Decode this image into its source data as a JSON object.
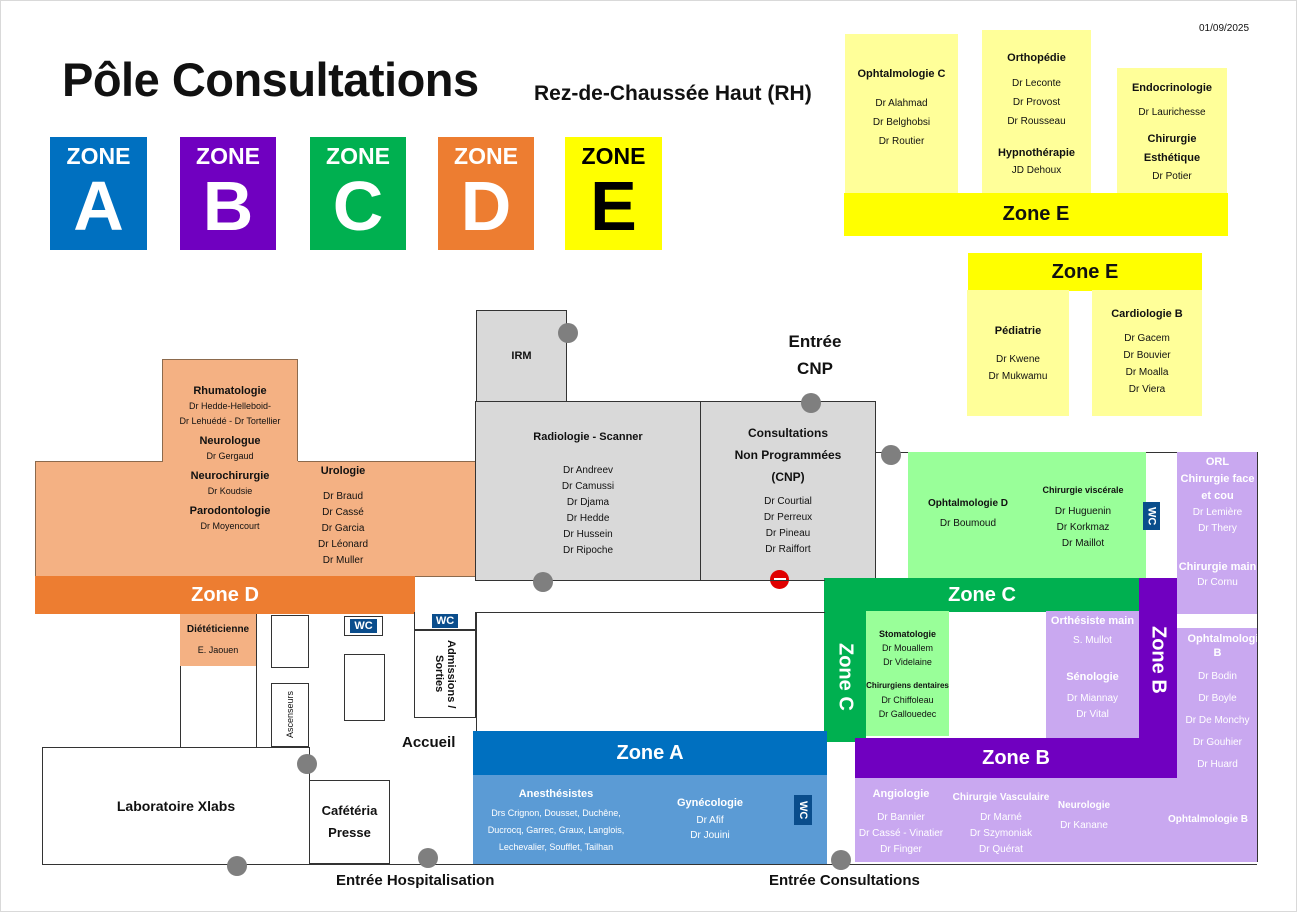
{
  "header": {
    "date": "01/09/2025",
    "title": "Pôle Consultations",
    "subtitle": "Rez-de-Chaussée Haut (RH)"
  },
  "zone_keys": [
    {
      "word": "ZONE",
      "letter": "A",
      "color": "#0070c0"
    },
    {
      "word": "ZONE",
      "letter": "B",
      "color": "#7000c0"
    },
    {
      "word": "ZONE",
      "letter": "C",
      "color": "#00b050"
    },
    {
      "word": "ZONE",
      "letter": "D",
      "color": "#ed7d31"
    },
    {
      "word": "ZONE",
      "letter": "E",
      "color": "#ffff00"
    }
  ],
  "colors": {
    "zone_a_bar": "#0070c0",
    "zone_a_fill": "#5b9bd5",
    "zone_b_bar": "#7000c0",
    "zone_b_fill": "#c9a8f0",
    "zone_c_bar": "#00b050",
    "zone_c_fill": "#99ff99",
    "zone_d_bar": "#ed7d31",
    "zone_d_fill": "#f4b183",
    "zone_e_bar": "#ffff00",
    "zone_e_fill": "#ffff99",
    "grey_room": "#d9d9d9",
    "dot": "#7f7f7f",
    "wc": "#0a4d8c"
  },
  "zone_e": {
    "bar_label": "Zone E",
    "ophtalmo_c": {
      "title": "Ophtalmologie C",
      "doctors": [
        "Dr Alahmad",
        "Dr Belghobsi",
        "Dr Routier"
      ]
    },
    "orthopedie": {
      "title": "Orthopédie",
      "doctors": [
        "Dr Leconte",
        "Dr Provost",
        "Dr Rousseau"
      ],
      "title2": "Hypnothérapie",
      "doctors2": [
        "JD Dehoux"
      ]
    },
    "endocrino": {
      "title": "Endocrinologie",
      "doctors": [
        "Dr Laurichesse"
      ],
      "title2": "Chirurgie Esthétique",
      "doctors2": [
        "Dr Potier"
      ]
    },
    "bar2_label": "Zone E",
    "pediatrie": {
      "title": "Pédiatrie",
      "doctors": [
        "Dr Kwene",
        "Dr Mukwamu"
      ]
    },
    "cardio_b": {
      "title": "Cardiologie B",
      "doctors": [
        "Dr Gacem",
        "Dr Bouvier",
        "Dr Moalla",
        "Dr Viera"
      ]
    }
  },
  "zone_d": {
    "bar_label": "Zone D",
    "rhumato": {
      "title": "Rhumatologie",
      "doctors": [
        "Dr Hedde-Helleboid-",
        "Dr Lehuédé - Dr Tortellier"
      ]
    },
    "neuro": {
      "title": "Neurologue",
      "doctors": [
        "Dr Gergaud"
      ]
    },
    "neurochir": {
      "title": "Neurochirurgie",
      "doctors": [
        "Dr Koudsie"
      ]
    },
    "parodonto": {
      "title": "Parodontologie",
      "doctors": [
        "Dr Moyencourt"
      ]
    },
    "urologie": {
      "title": "Urologie",
      "doctors": [
        "Dr Braud",
        "Dr Cassé",
        "Dr Garcia",
        "Dr Léonard",
        "Dr Muller"
      ]
    },
    "dieteticienne": {
      "title": "Diététicienne",
      "doctors": [
        "E. Jaouen"
      ]
    }
  },
  "grey": {
    "irm": "IRM",
    "radio": {
      "title": "Radiologie - Scanner",
      "doctors": [
        "Dr Andreev",
        "Dr Camussi",
        "Dr Djama",
        "Dr Hedde",
        "Dr Hussein",
        "Dr Ripoche"
      ]
    },
    "cnp": {
      "title1": "Consultations",
      "title2": "Non Programmées",
      "title3": "(CNP)",
      "doctors": [
        "Dr Courtial",
        "Dr Perreux",
        "Dr Pineau",
        "Dr Raiffort"
      ]
    }
  },
  "zone_c": {
    "bar_label": "Zone C",
    "side_label": "Zone C",
    "ophtalmo_d": {
      "title": "Ophtalmologie D",
      "doctors": [
        "Dr Boumoud"
      ]
    },
    "chir_visc": {
      "title": "Chirurgie viscérale",
      "doctors": [
        "Dr Huguenin",
        "Dr Korkmaz",
        "Dr Maillot"
      ]
    },
    "stomato": {
      "title": "Stomatologie",
      "doctors": [
        "Dr Mouallem",
        "Dr Videlaine"
      ]
    },
    "dentaires": {
      "title": "Chirurgiens dentaires",
      "doctors": [
        "Dr Chiffoleau",
        "Dr Gallouedec"
      ]
    }
  },
  "zone_b": {
    "bar_label": "Zone B",
    "side_label": "Zone B",
    "orl": {
      "title1": "ORL",
      "title2": "Chirurgie face",
      "title3": "et cou",
      "doctors": [
        "Dr Lemière",
        "Dr Thery"
      ]
    },
    "chir_main": {
      "title": "Chirurgie main",
      "doctors": [
        "Dr Cornu"
      ]
    },
    "orthesiste": {
      "title": "Orthésiste main",
      "doctors": [
        "S. Mullot"
      ]
    },
    "senologie": {
      "title": "Sénologie",
      "doctors": [
        "Dr Miannay",
        "Dr Vital"
      ]
    },
    "ophtalmo_b_right": {
      "title": "Ophtalmologie B",
      "doctors": [
        "Dr Bodin",
        "Dr Boyle",
        "Dr De Monchy",
        "Dr Gouhier",
        "Dr Huard"
      ]
    },
    "angiologie": {
      "title": "Angiologie",
      "doctors": [
        "Dr Bannier",
        "Dr Cassé - Vinatier",
        "Dr Finger"
      ]
    },
    "chir_vasc": {
      "title": "Chirurgie Vasculaire",
      "doctors": [
        "Dr Marné",
        "Dr Szymoniak",
        "Dr Quérat"
      ]
    },
    "neurologie": {
      "title": "Neurologie",
      "doctors": [
        "Dr Kanane"
      ]
    },
    "ophtalmo_b_bottom": {
      "title": "Ophtalmologie B"
    }
  },
  "zone_a": {
    "bar_label": "Zone A",
    "anesth": {
      "title": "Anesthésistes",
      "lines": [
        "Drs Crignon, Dousset, Duchêne,",
        "Ducrocq, Garrec, Graux, Langlois,",
        "Lechevalier, Soufflet, Tailhan"
      ]
    },
    "gyneco": {
      "title": "Gynécologie",
      "doctors": [
        "Dr Afif",
        "Dr Jouini"
      ]
    }
  },
  "facilities": {
    "wc": "WC",
    "ascenseurs": "Ascenseurs",
    "admissions": "Admissions / Sorties",
    "accueil": "Accueil",
    "laboratoire": "Laboratoire Xlabs",
    "cafeteria1": "Cafétéria",
    "cafeteria2": "Presse"
  },
  "entrances": {
    "cnp1": "Entrée",
    "cnp2": "CNP",
    "hospitalisation": "Entrée Hospitalisation",
    "consultations": "Entrée Consultations"
  }
}
